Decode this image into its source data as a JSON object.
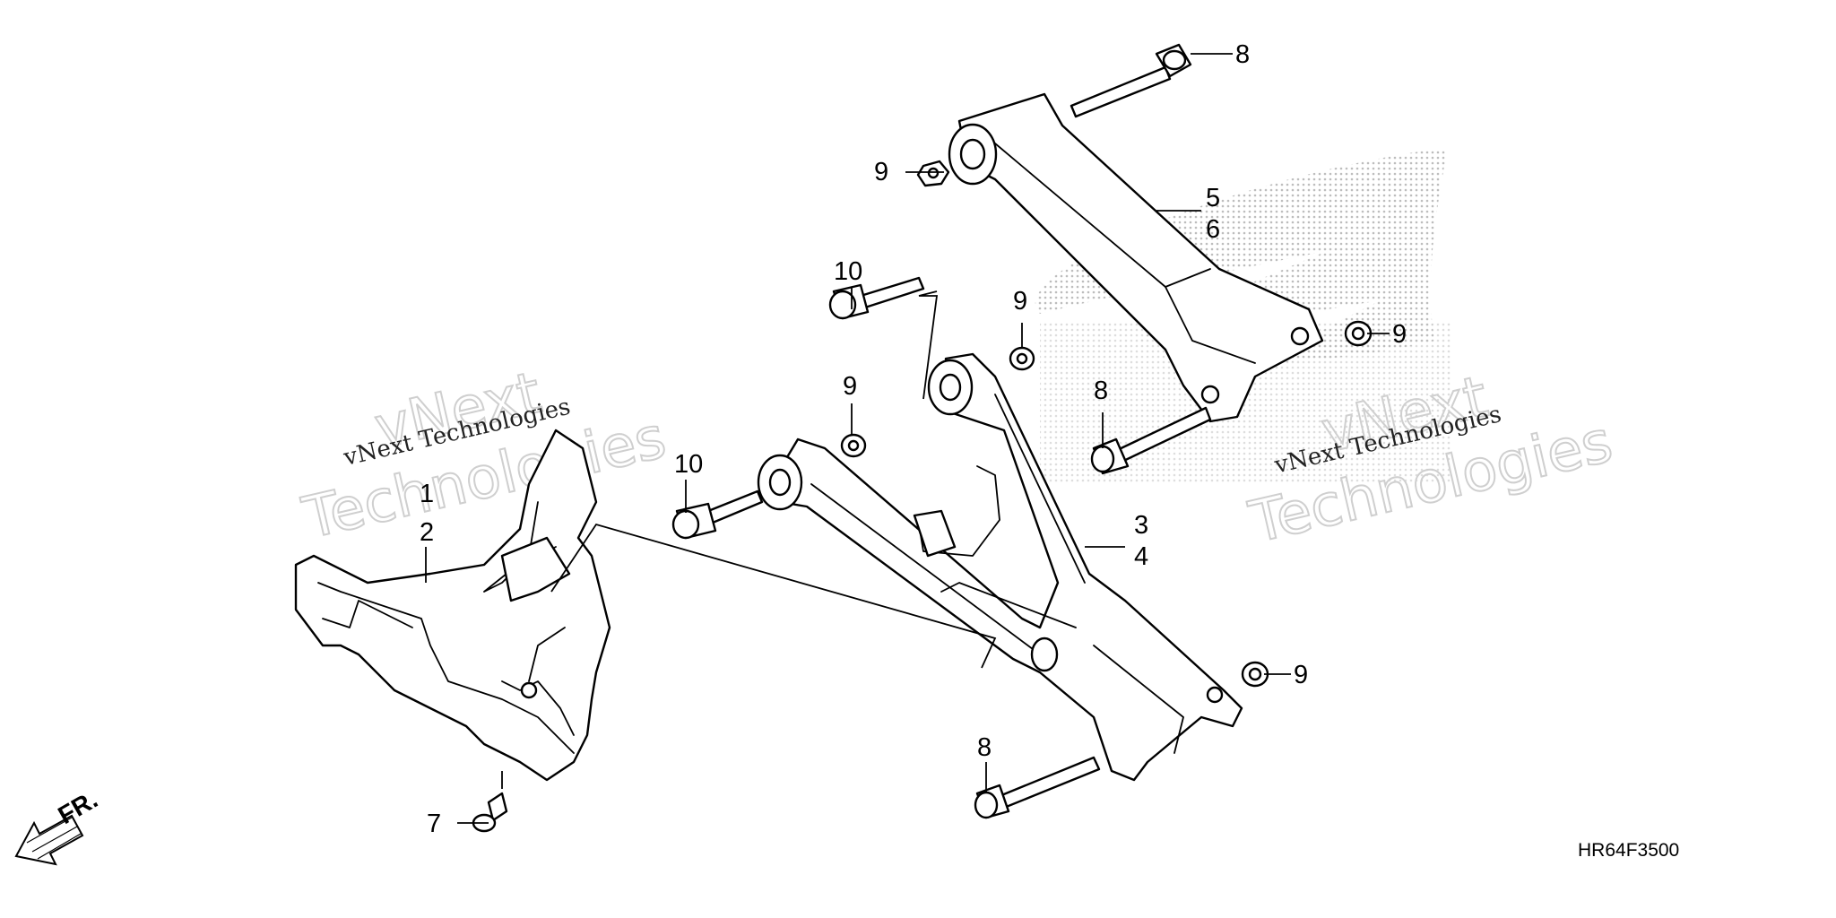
{
  "diagram": {
    "code": "HR64F3500",
    "front_indicator": "FR.",
    "callouts": [
      {
        "id": "c1",
        "label": "1"
      },
      {
        "id": "c2",
        "label": "2"
      },
      {
        "id": "c3",
        "label": "3"
      },
      {
        "id": "c4",
        "label": "4"
      },
      {
        "id": "c5",
        "label": "5"
      },
      {
        "id": "c6",
        "label": "6"
      },
      {
        "id": "c7",
        "label": "7"
      },
      {
        "id": "c8a",
        "label": "8"
      },
      {
        "id": "c8b",
        "label": "8"
      },
      {
        "id": "c8c",
        "label": "8"
      },
      {
        "id": "c9a",
        "label": "9"
      },
      {
        "id": "c9b",
        "label": "9"
      },
      {
        "id": "c9c",
        "label": "9"
      },
      {
        "id": "c9d",
        "label": "9"
      },
      {
        "id": "c9e",
        "label": "9"
      },
      {
        "id": "c10a",
        "label": "10"
      },
      {
        "id": "c10b",
        "label": "10"
      }
    ]
  },
  "watermarks": {
    "big_line1": "vNext",
    "big_line2": "Technologies",
    "small": "vNext Technologies"
  }
}
